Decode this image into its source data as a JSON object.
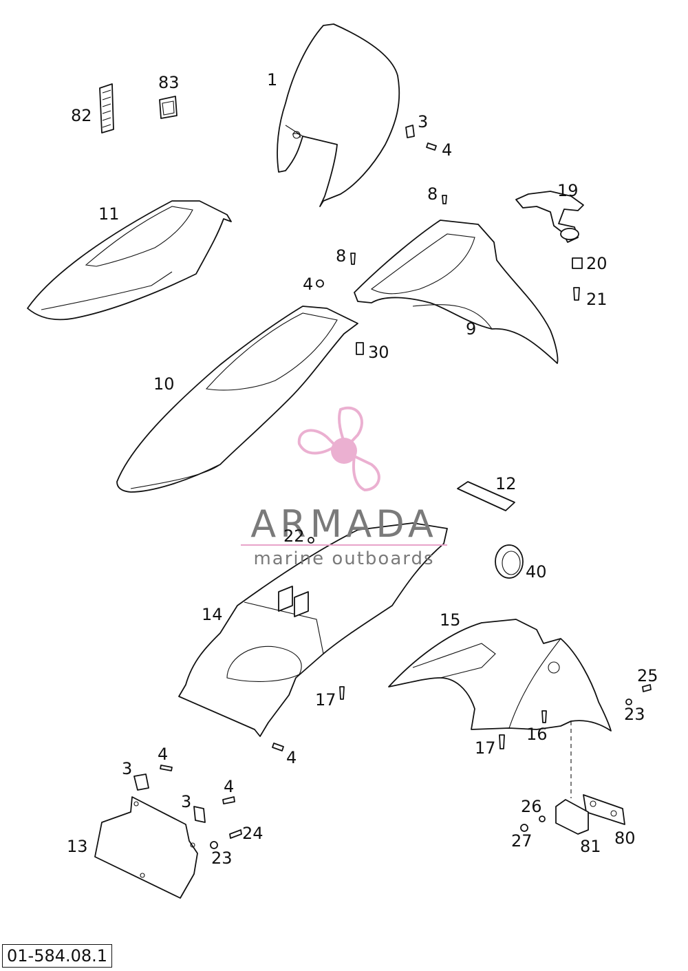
{
  "drawing_number": "01-584.08.1",
  "watermark": {
    "brand": "ARMADA",
    "tagline": "marine outboards",
    "colors": {
      "propeller": "#e8a3c9",
      "text": "#7a7a7a",
      "rule": "#e8a3c9"
    }
  },
  "callouts": [
    "1",
    "3",
    "4",
    "8",
    "19",
    "20",
    "21",
    "9",
    "82",
    "83",
    "11",
    "8",
    "4",
    "30",
    "10",
    "12",
    "22",
    "40",
    "14",
    "15",
    "25",
    "23",
    "17",
    "16",
    "17",
    "4",
    "4",
    "3",
    "4",
    "3",
    "24",
    "13",
    "23",
    "26",
    "27",
    "81",
    "80"
  ],
  "colors": {
    "line": "#111111",
    "background": "#ffffff"
  }
}
